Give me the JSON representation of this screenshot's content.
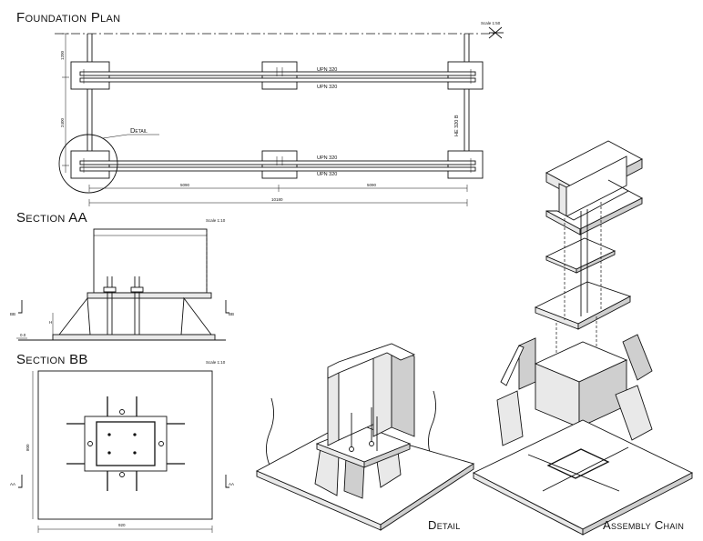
{
  "titles": {
    "foundation_plan": "Foundation Plan",
    "section_aa": "Section AA",
    "section_bb": "Section BB",
    "detail": "Detail",
    "assembly_chain": "Assembly Chain"
  },
  "scales": {
    "plan": "Scale 1:50",
    "section_aa": "Scale 1:10",
    "section_bb": "Scale 1:10"
  },
  "plan": {
    "detail_callout": "Detail",
    "beam_labels": [
      "UPN 320",
      "UPN 320",
      "UPN 320",
      "UPN 320"
    ],
    "column_label": "HE 320 B",
    "dim_left_top": "1200",
    "dim_left_mid": "2400",
    "dim_span_left": "5090",
    "dim_span_right": "5090",
    "dim_total": "10180"
  },
  "section_aa": {
    "marker_left": "BB",
    "marker_right": "BB",
    "level_label": "0.0",
    "height_label": "H"
  },
  "section_bb": {
    "marker_left": "AA",
    "marker_right": "AA",
    "dim_height": "800",
    "dim_width": "920"
  }
}
